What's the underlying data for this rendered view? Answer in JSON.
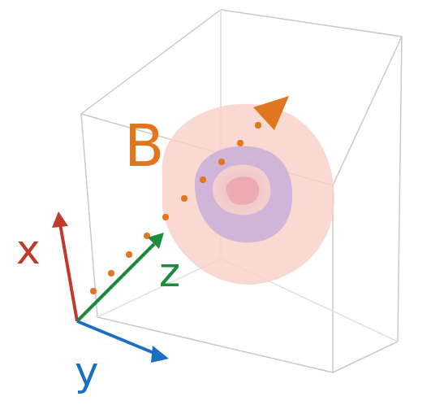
{
  "diagram": {
    "labels": [
      "B",
      "x",
      "z",
      "y"
    ]
  }
}
